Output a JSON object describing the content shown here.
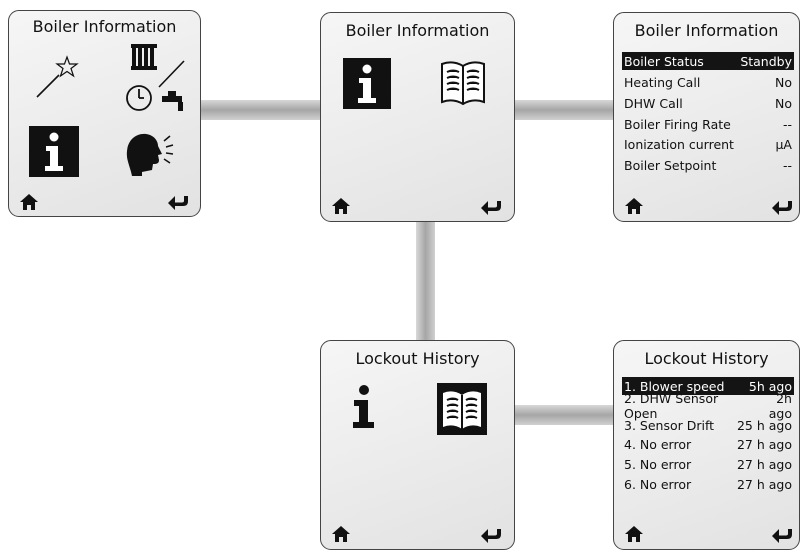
{
  "screens": {
    "boiler_menu": {
      "title": "Boiler Information",
      "icons": [
        "wand-icon",
        "heating-dhw-schedule-icon",
        "info-icon",
        "voice-icon",
        "home-icon",
        "back-icon"
      ]
    },
    "boiler_sub": {
      "title": "Boiler Information",
      "icons": [
        "info-icon",
        "book-icon",
        "home-icon",
        "back-icon"
      ]
    },
    "boiler_status": {
      "title": "Boiler Information",
      "rows": [
        {
          "label": "Boiler Status",
          "value": "Standby",
          "selected": true
        },
        {
          "label": "Heating Call",
          "value": "No"
        },
        {
          "label": "DHW Call",
          "value": "No"
        },
        {
          "label": "Boiler Firing Rate",
          "value": "--"
        },
        {
          "label": "Ionization current",
          "value": "µA"
        },
        {
          "label": "Boiler Setpoint",
          "value": "--"
        }
      ]
    },
    "lockout_menu": {
      "title": "Lockout History",
      "icons": [
        "info-icon",
        "book-icon",
        "home-icon",
        "back-icon"
      ]
    },
    "lockout_list": {
      "title": "Lockout History",
      "rows": [
        {
          "label": "1. Blower speed",
          "value": "5h ago",
          "selected": true
        },
        {
          "label": "2. DHW Sensor Open",
          "value": "2h ago"
        },
        {
          "label": "3. Sensor Drift",
          "value": "25 h ago"
        },
        {
          "label": "4. No error",
          "value": "27 h ago"
        },
        {
          "label": "5. No error",
          "value": "27 h ago"
        },
        {
          "label": "6. No error",
          "value": "27 h ago"
        }
      ]
    }
  },
  "colors": {
    "screen_border": "#444444",
    "selected_row": "#141414",
    "connector": "#a6a6a6"
  }
}
